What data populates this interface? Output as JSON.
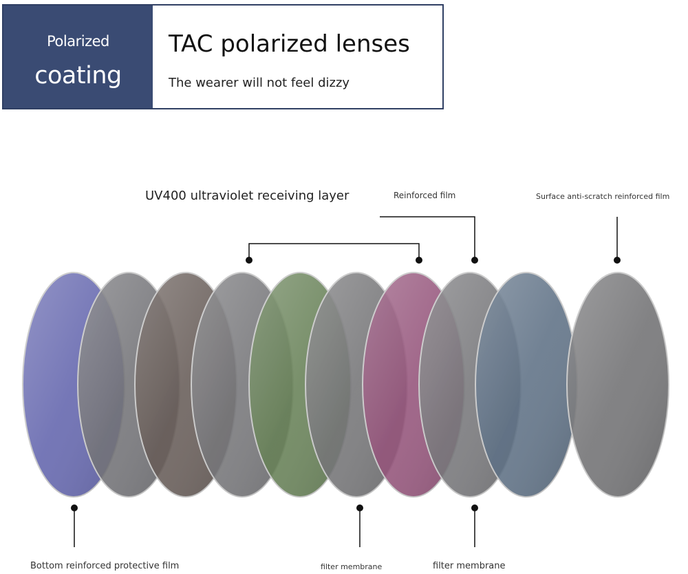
{
  "header": {
    "badge_top": "Polarized",
    "badge_bottom": "coating",
    "title": "TAC polarized lenses",
    "subtitle": "The wearer will not feel dizzy"
  },
  "labels": {
    "uv400": "UV400 ultraviolet receiving layer",
    "reinforced_film": "Reinforced film",
    "surface_film": "Surface anti-scratch reinforced film",
    "bottom_film": "Bottom reinforced protective film",
    "filter_membrane_1": "filter membrane",
    "filter_membrane_2": "filter membrane"
  },
  "colors": {
    "header_bg": "#3a4b73",
    "lens_colors": [
      "#5a5ca8",
      "#6b6b6f",
      "#5f534e",
      "#6e6e72",
      "#5e7a4d",
      "#6d6d70",
      "#8e4a73",
      "#6f6f73",
      "#55697e",
      "#6a6a6c"
    ]
  }
}
